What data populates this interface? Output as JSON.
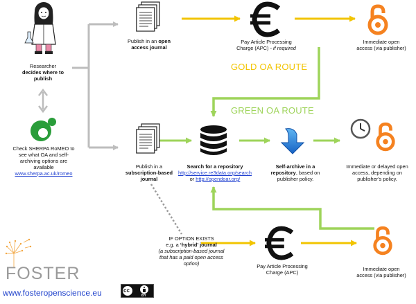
{
  "researcher": {
    "line1": "Researcher",
    "decides": "decides where to",
    "publish": "publish"
  },
  "sherpa": {
    "line1": "Check SHERPA RoMEO to",
    "line2": "see what OA and self-",
    "line3": "archiving options are",
    "line4": "available",
    "url": "www.sherpa.ac.uk/romeo"
  },
  "oa_journal": {
    "line1": "Publish in an",
    "bold1": "open",
    "bold2": "access journal"
  },
  "apc_gold": {
    "line1": "Pay Article Processing",
    "line2": "Charge (APC)",
    "italic": " - if required"
  },
  "immediate_gold": {
    "line1": "Immediate open",
    "line2": "access (via publisher)"
  },
  "routes": {
    "gold": "GOLD OA ROUTE",
    "green": "GREEN OA ROUTE"
  },
  "sub_journal": {
    "line1": "Publish in a",
    "bold1": "subscription-based",
    "bold2": "journal"
  },
  "repository": {
    "bold": "Search for a repository",
    "url1": "http://service.re3data.org/search",
    "or": " or ",
    "url2": "http://opendoar.org/"
  },
  "self_archive": {
    "bold1": "Self-archive in a",
    "bold2": "repository",
    "rest1": ", based on",
    "line3": "publisher policy."
  },
  "immediate_delayed": {
    "line1": "Immediate or delayed open",
    "line2": "access, depending on",
    "line3": "publisher's policy."
  },
  "hybrid": {
    "line1": "IF OPTION EXISTS",
    "line2a": "e.g. a ",
    "line2b": "‘hybrid’ journal",
    "line3": "(a subscription-based journal",
    "line4": "that has a paid open access",
    "line5": "option)"
  },
  "apc_hybrid": {
    "line1": "Pay Article Processing",
    "line2": "Charge (APC)"
  },
  "immediate_hybrid": {
    "line1": "Immediate open",
    "line2": "access (via publisher)"
  },
  "footer": {
    "logo": "FOSTER",
    "url": "www.fosteropenscience.eu",
    "cc": "cc",
    "by": "BY"
  },
  "colors": {
    "gold": "#f2c400",
    "green": "#9ed45a",
    "orange": "#f58220",
    "grey": "#bdbdbd",
    "link": "#1f3fd0",
    "foster_url": "#2244cc"
  },
  "icons": [
    "researcher-icon",
    "sherpa-logo-icon",
    "document-stack-icon",
    "euro-icon",
    "open-access-lock-icon",
    "database-icon",
    "download-arrow-icon",
    "clock-icon",
    "dandelion-icon",
    "creative-commons-icon"
  ]
}
